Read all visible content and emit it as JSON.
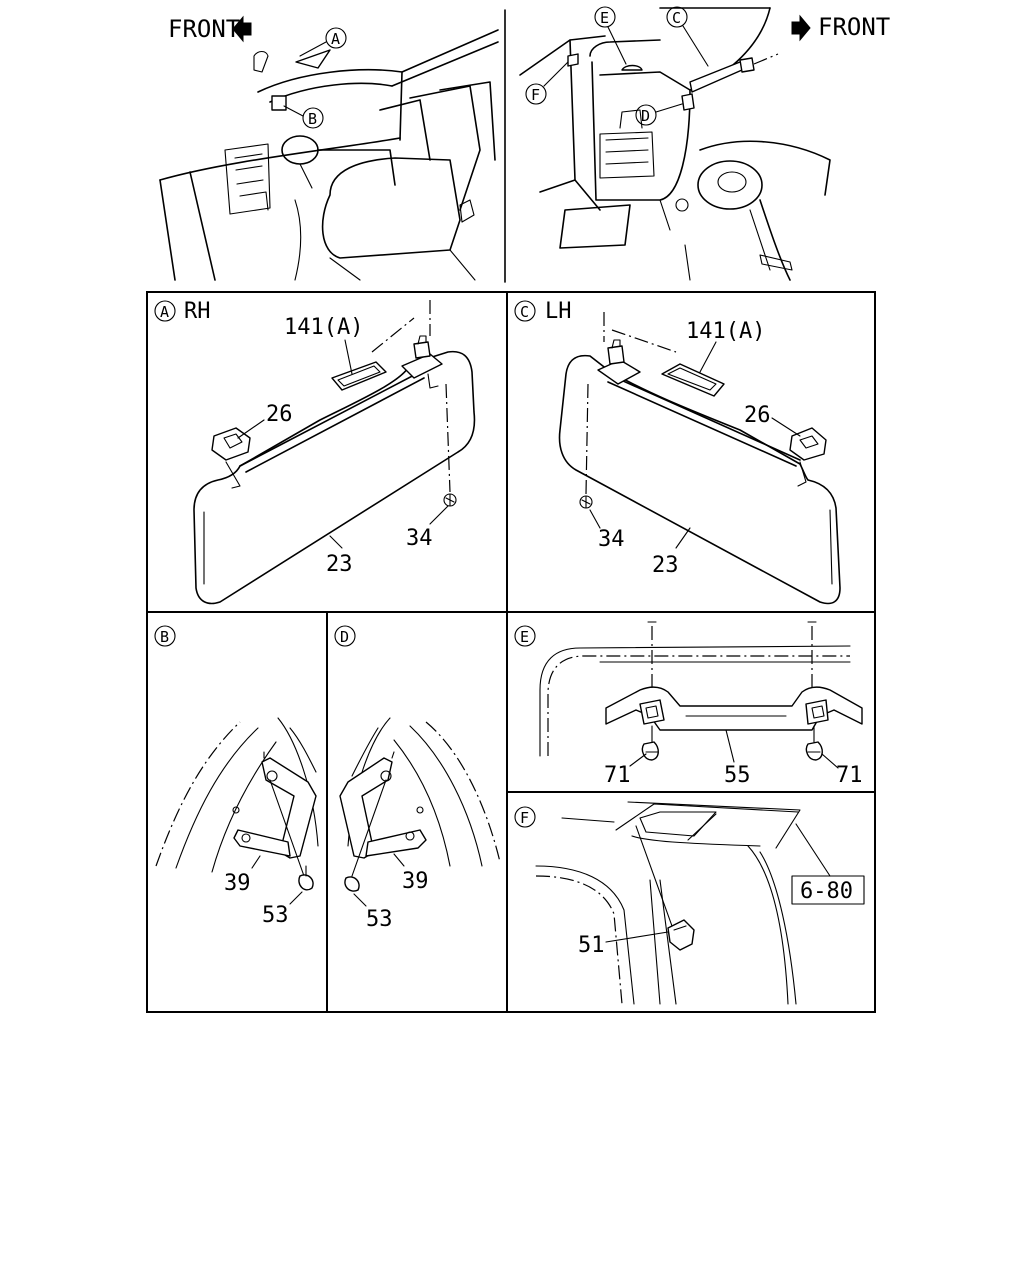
{
  "overview": {
    "front_left": "FRONT",
    "front_right": "FRONT",
    "callouts": [
      "A",
      "B",
      "C",
      "D",
      "E",
      "F"
    ]
  },
  "panels": {
    "a": {
      "letter": "A",
      "side": "RH",
      "parts": {
        "clip_cover": "141(A)",
        "clip": "26",
        "screw": "34",
        "visor": "23"
      }
    },
    "c": {
      "letter": "C",
      "side": "LH",
      "parts": {
        "clip_cover": "141(A)",
        "clip": "26",
        "screw": "34",
        "visor": "23"
      }
    },
    "b": {
      "letter": "B",
      "parts": {
        "handle": "39",
        "screw": "53"
      }
    },
    "d": {
      "letter": "D",
      "parts": {
        "handle": "39",
        "screw": "53"
      }
    },
    "e": {
      "letter": "E",
      "parts": {
        "screw_left": "71",
        "grip": "55",
        "screw_right": "71"
      }
    },
    "f": {
      "letter": "F",
      "parts": {
        "clip": "51",
        "ref_box": "6-80"
      }
    }
  }
}
